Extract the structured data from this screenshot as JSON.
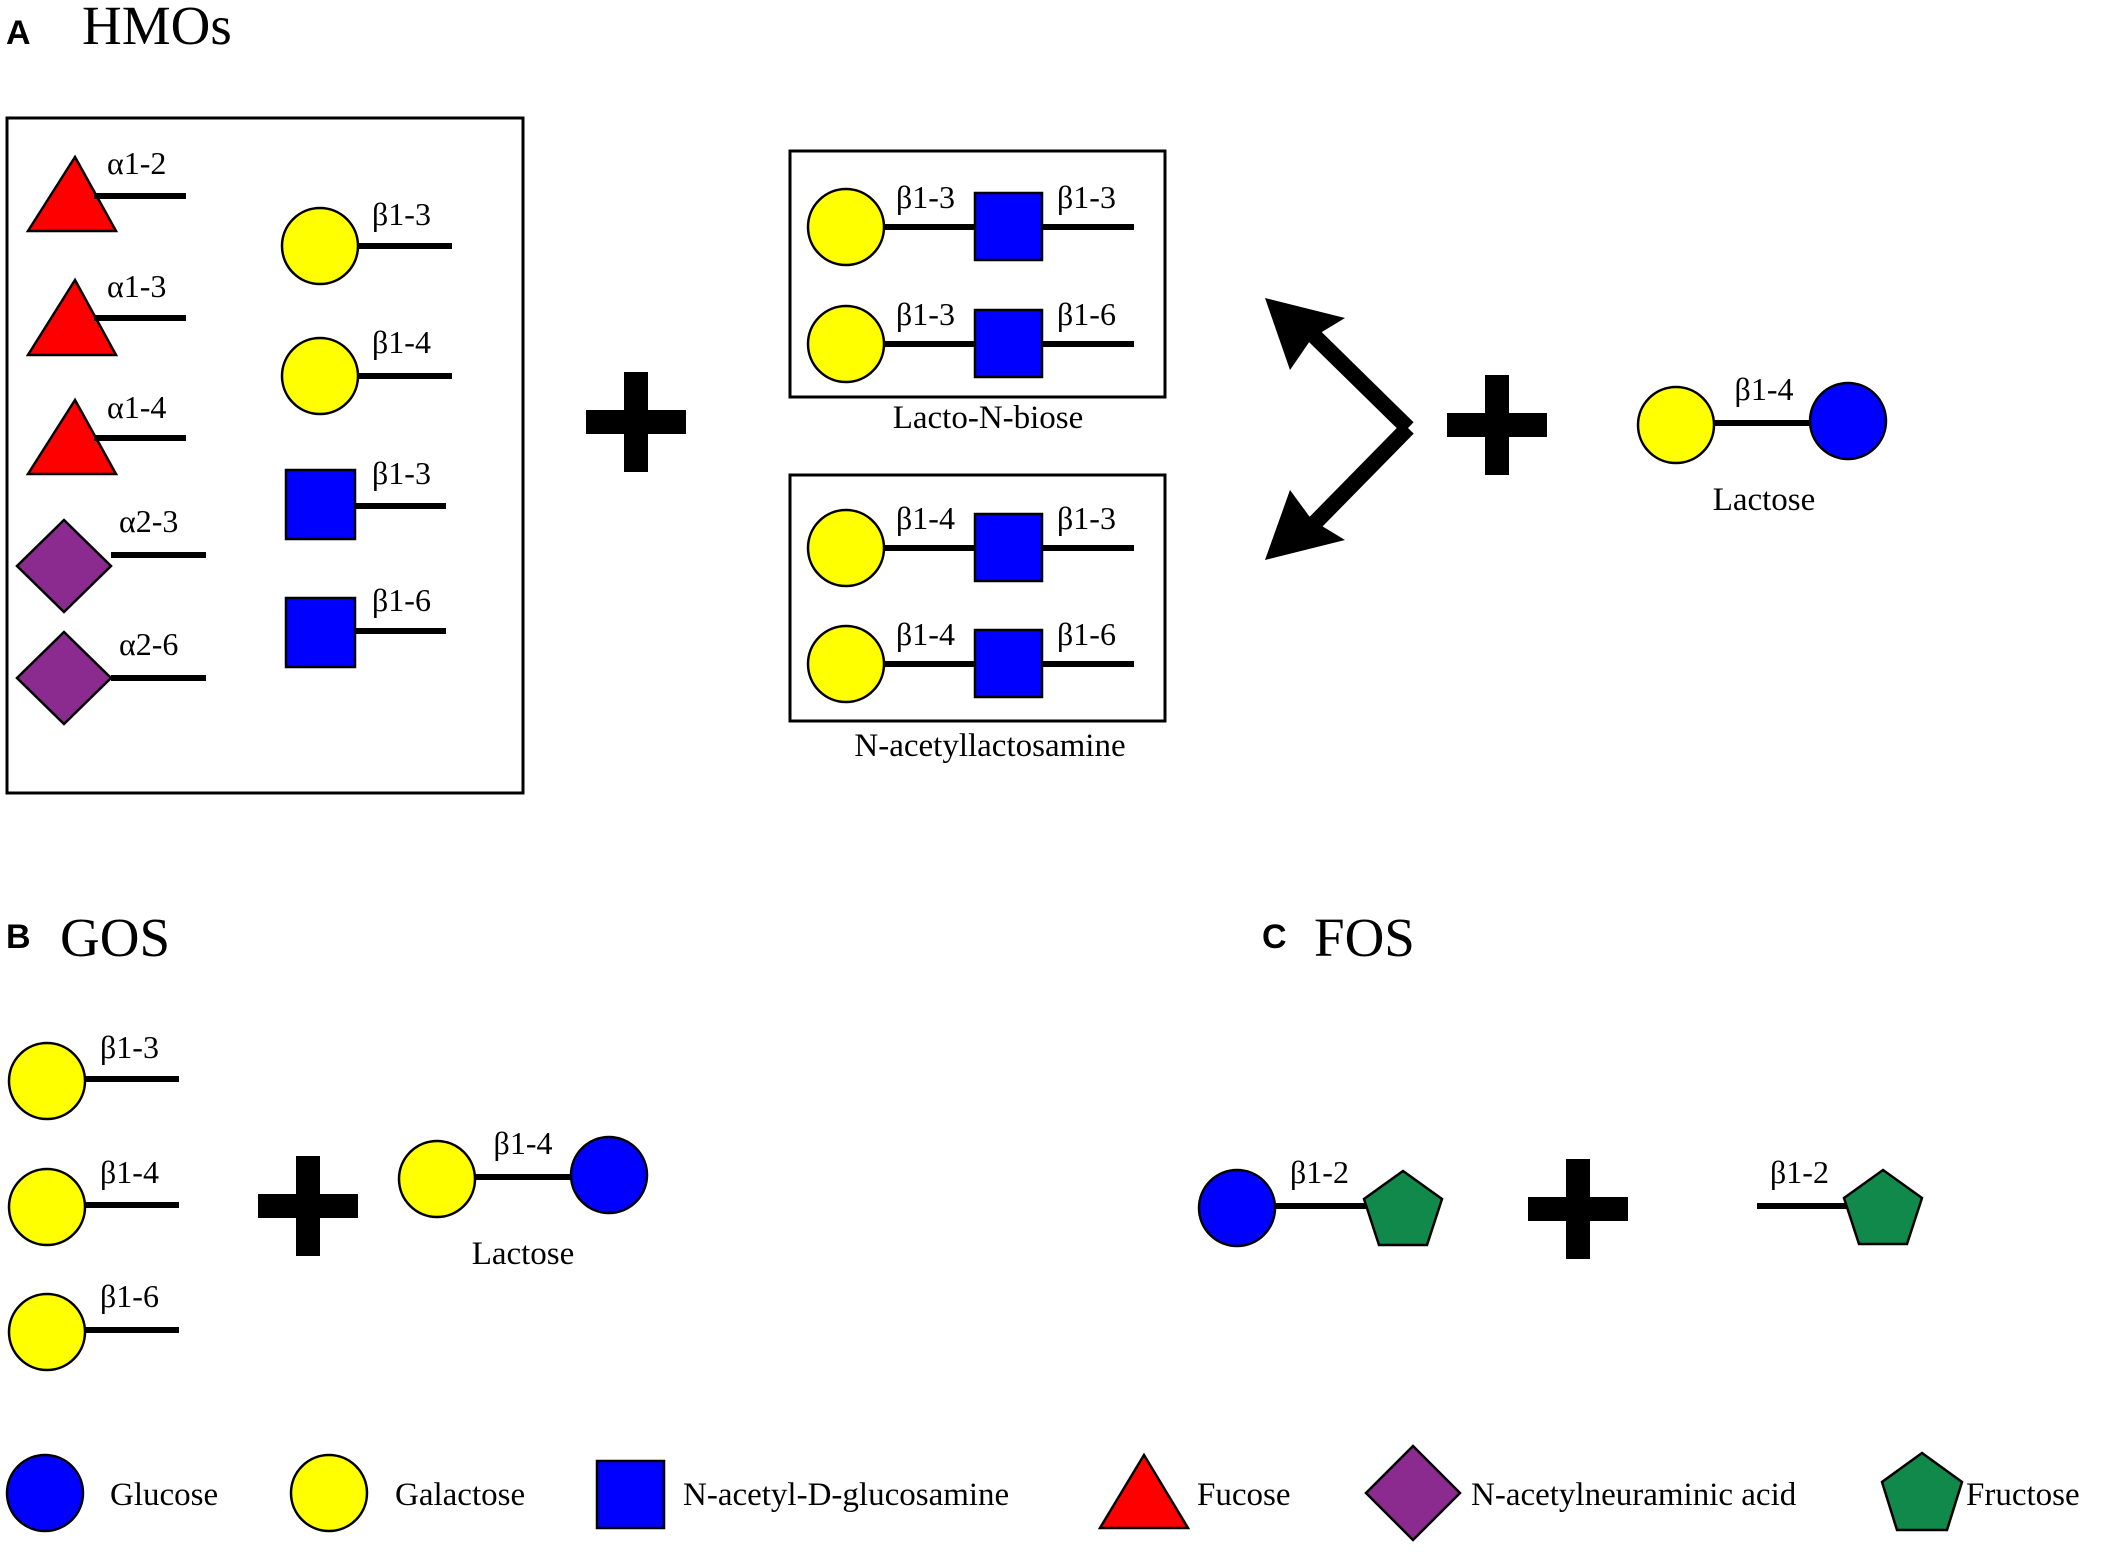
{
  "panels": {
    "a": {
      "letter": "A",
      "title": "HMOs"
    },
    "b": {
      "letter": "B",
      "title": "GOS"
    },
    "c": {
      "letter": "C",
      "title": "FOS"
    }
  },
  "hmo_box": {
    "fucose_links": [
      "α1-2",
      "α1-3",
      "α1-4"
    ],
    "sialic_links": [
      "α2-3",
      "α2-6"
    ],
    "galactose_links": [
      "β1-3",
      "β1-4"
    ],
    "glcnac_links": [
      "β1-3",
      "β1-6"
    ]
  },
  "lacto_n_biose": {
    "caption": "Lacto-N-biose",
    "rows": [
      {
        "left": "β1-3",
        "right": "β1-3"
      },
      {
        "left": "β1-3",
        "right": "β1-6"
      }
    ]
  },
  "n_acetyllactosamine": {
    "caption": "N-acetyllactosamine",
    "rows": [
      {
        "left": "β1-4",
        "right": "β1-3"
      },
      {
        "left": "β1-4",
        "right": "β1-6"
      }
    ]
  },
  "lactose_a": {
    "link": "β1-4",
    "caption": "Lactose"
  },
  "gos": {
    "galactose_links": [
      "β1-3",
      "β1-4",
      "β1-6"
    ],
    "lactose": {
      "link": "β1-4",
      "caption": "Lactose"
    }
  },
  "fos": {
    "sucrose_link": "β1-2",
    "fructose_link": "β1-2"
  },
  "legend": [
    {
      "label": "Glucose",
      "shape": "circle",
      "color": "#0000ff"
    },
    {
      "label": "Galactose",
      "shape": "circle",
      "color": "#ffff00"
    },
    {
      "label": "N-acetyl-D-glucosamine",
      "shape": "square",
      "color": "#0000ff"
    },
    {
      "label": "Fucose",
      "shape": "triangle",
      "color": "#ff0000"
    },
    {
      "label": "N-acetylneuraminic acid",
      "shape": "diamond",
      "color": "#8b2a8f"
    },
    {
      "label": "Fructose",
      "shape": "pentagon",
      "color": "#10894a"
    }
  ]
}
